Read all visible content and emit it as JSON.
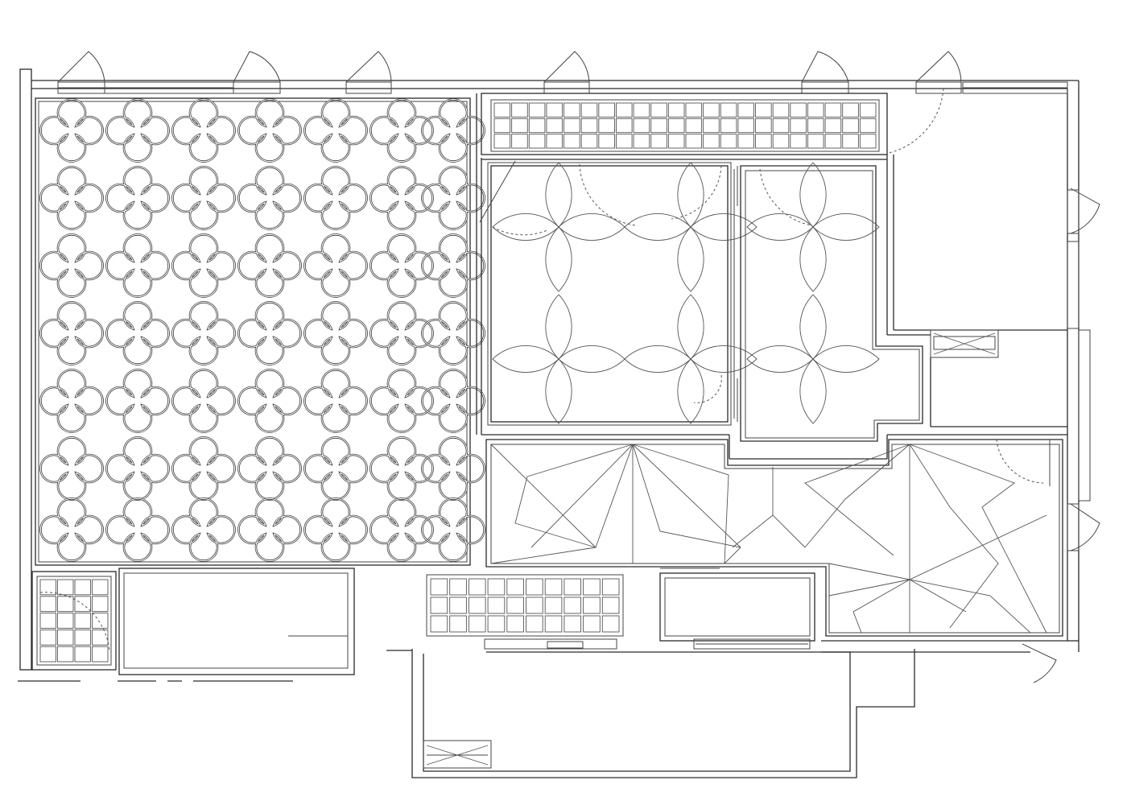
{
  "plan": {
    "rooms": [
      {
        "name": "quatrefoil-ceiling-room",
        "pattern": "quatrefoil"
      },
      {
        "name": "tiled-strip-top",
        "pattern": "grid"
      },
      {
        "name": "vesica-ceiling-room-left",
        "pattern": "vesica"
      },
      {
        "name": "vesica-ceiling-room-right",
        "pattern": "vesica"
      },
      {
        "name": "faceted-ceiling-room",
        "pattern": "faceted"
      },
      {
        "name": "tiled-strip-bottom",
        "pattern": "grid"
      },
      {
        "name": "small-tiled-room",
        "pattern": "grid"
      }
    ],
    "colors": {
      "line": "#2a2a2a",
      "background": "#ffffff"
    }
  }
}
